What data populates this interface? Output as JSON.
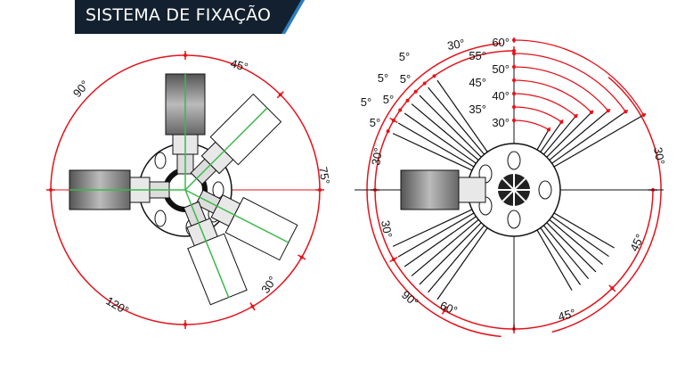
{
  "header": {
    "title": "SISTEMA DE FIXAÇÃO"
  },
  "colors": {
    "banner": "#13202f",
    "banner_accent": "#2a7fc0",
    "dimension": "#e3131b",
    "centerline": "#3cb84a",
    "outline": "#111111"
  },
  "left_diagram": {
    "labels": [
      "45°",
      "90°",
      "75°",
      "120°",
      "30°"
    ]
  },
  "right_diagram": {
    "top_labels": [
      "30°",
      "5°",
      "5°",
      "5°",
      "5°",
      "5°",
      "5°"
    ],
    "fan_labels": [
      "60°",
      "55°",
      "50°",
      "45°",
      "40°",
      "35°",
      "30°"
    ],
    "side_labels": [
      "30°",
      "30°",
      "30°",
      "90°",
      "60°",
      "45°",
      "45°"
    ]
  }
}
